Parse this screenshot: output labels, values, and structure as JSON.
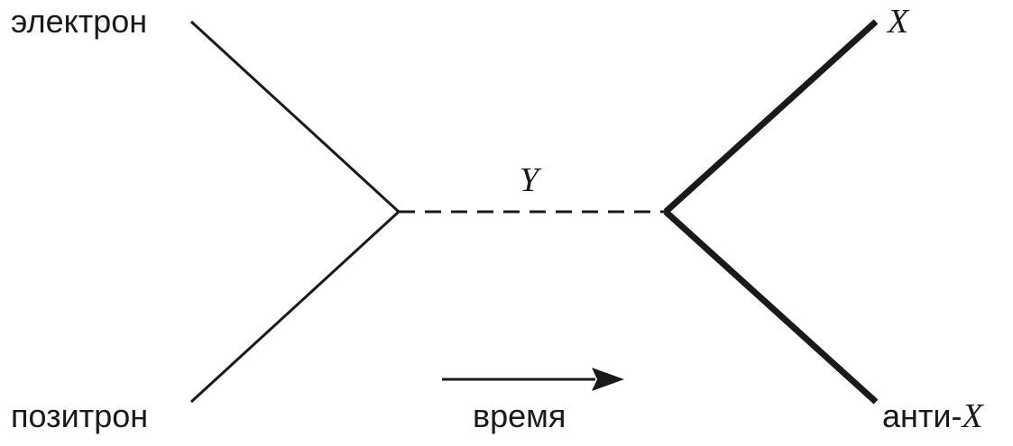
{
  "labels": {
    "electron": "электрон",
    "positron": "позитрон",
    "mediator": "Y",
    "particle_x": "X",
    "anti_prefix": "анти-",
    "anti_x": "X",
    "time": "время"
  },
  "colors": {
    "ink": "#1a1a1a",
    "background": "#ffffff"
  }
}
